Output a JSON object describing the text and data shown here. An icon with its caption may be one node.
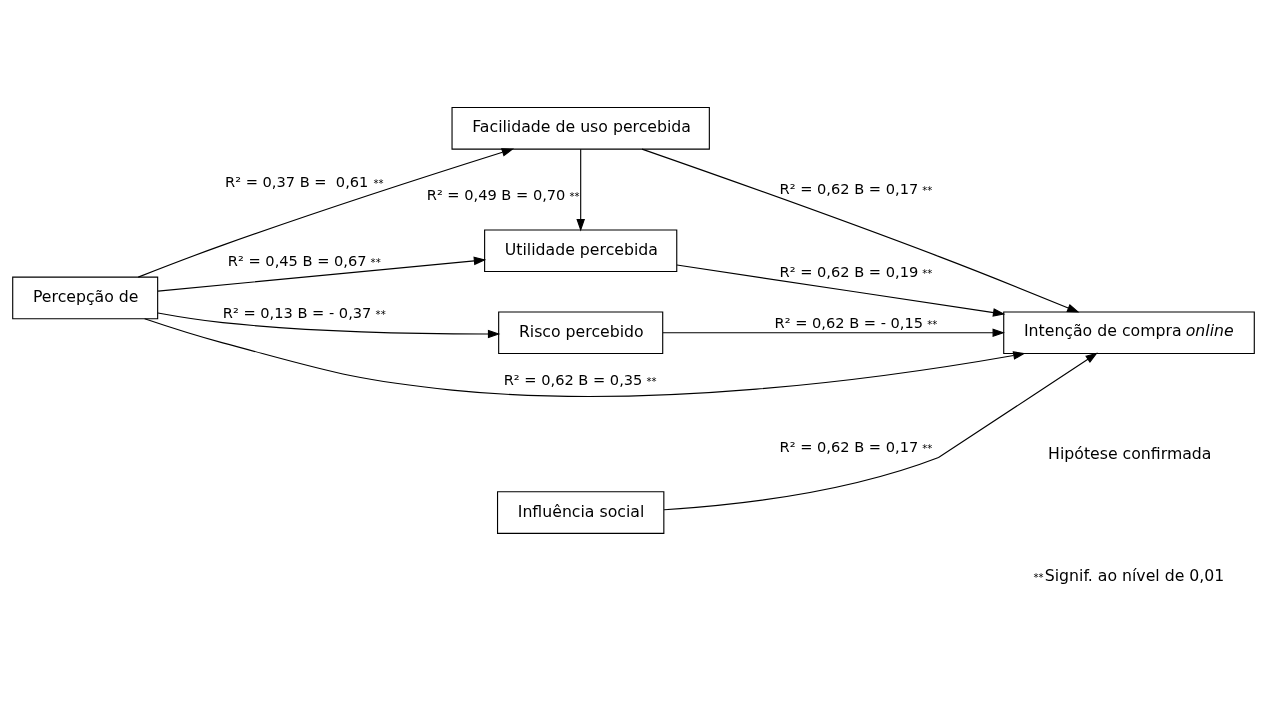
{
  "diagram": {
    "nodes": [
      {
        "text": [
          "Percepção de"
        ]
      },
      {
        "text": [
          "Facilidade de uso percebida"
        ]
      },
      {
        "text": [
          "Utilidade percebida"
        ]
      },
      {
        "text": [
          "Risco percebido"
        ]
      },
      {
        "text": [
          "Influência social"
        ]
      },
      {
        "text": [
          "Intenção de compra *online*"
        ]
      }
    ],
    "edges": [
      {
        "from": 0,
        "to": 1,
        "arrow": "to",
        "label": "R² = 0,37 B =  0,61$^{**}$"
      },
      {
        "from": 0,
        "to": 5,
        "arrow": "to",
        "label": "R² = 0,62 B = 0,35$^{**}$"
      },
      {
        "from": 0,
        "to": 2,
        "arrow": "to",
        "label": "R² = 0,45 B = 0,67$^{**}$"
      },
      {
        "from": 0,
        "to": 3,
        "arrow": "to",
        "label": "R² = 0,13 B = - 0,37$^{**}$"
      },
      {
        "from": 1,
        "to": 2,
        "arrow": "to",
        "label": "R² = 0,49 B = 0,70$^{**}$"
      },
      {
        "from": 1,
        "to": 5,
        "arrow": "to",
        "label": "R² = 0,62 B = 0,17$^{**}$"
      },
      {
        "from": 2,
        "to": 5,
        "arrow": "to",
        "label": "R² = 0,62 B = 0,19$^{**}$"
      },
      {
        "from": 3,
        "to": 5,
        "arrow": "to",
        "label": "R² = 0,62 B = - 0,15$^{**}$"
      },
      {
        "from": 4,
        "to": 5,
        "arrow": "to",
        "label": "R² = 0,62 B = 0,17$^{**}$"
      }
    ],
    "labels": [
      "$^{**}$Signif. ao nível de 0,01"
    ],
    "legend": [
      {
        "text": "Hipótese confirmada"
      }
    ]
  }
}
